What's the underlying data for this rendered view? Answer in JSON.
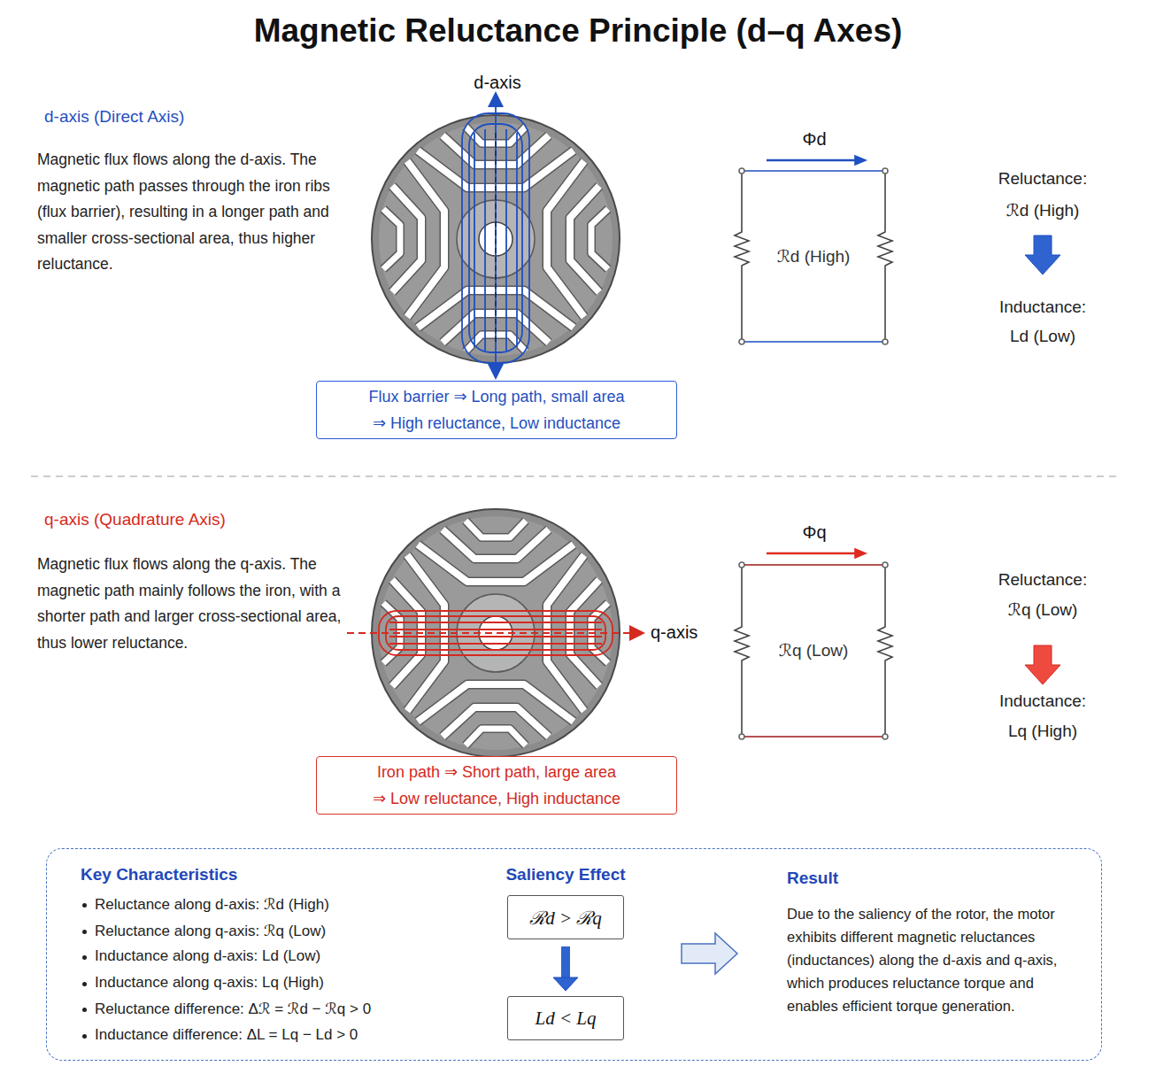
{
  "diagram": {
    "title": "Magnetic Reluctance Principle (d–q Axes)",
    "nodes": [
      {
        "text": [
          "Flux barrier ⇒ Long path, small area",
          "⇒ High reluctance, Low inductance"
        ]
      },
      {
        "text": [
          "ℛd (High)"
        ]
      },
      {
        "text": [
          "Iron path ⇒ Short path, large area",
          "⇒ Low reluctance, High inductance"
        ]
      },
      {
        "text": [
          "ℛq (Low)"
        ]
      },
      {
        "text": [
          "Key Characteristics",
          "Reluctance along d-axis: ℛd (High)",
          "Reluctance along q-axis: ℛq (Low)",
          "Inductance along d-axis: Ld (Low)",
          "Inductance along q-axis: Lq (High)",
          "Reluctance difference: Δℛ = ℛd − ℛq > 0",
          "Inductance difference: ΔL = Lq − Ld > 0",
          "Saliency Effect",
          "Result",
          "Due to the saliency of the rotor, the motor exhibits different magnetic reluctances (inductances) along the d-axis and q-axis, which produces reluctance torque and enables efficient torque generation."
        ]
      },
      {
        "text": [
          "ℛd > ℛq"
        ],
        "in": 4
      },
      {
        "text": [
          "Ld < Lq"
        ],
        "in": 4
      }
    ],
    "edges": [
      {
        "from": 5,
        "to": 6,
        "arrow": "to"
      }
    ],
    "labels": [
      "d-axis",
      "d-axis (Direct Axis)",
      "Magnetic flux flows along the d-axis. The magnetic path passes through the iron ribs (flux barrier), resulting in a longer path and smaller cross-sectional area, thus higher reluctance.",
      "Φd",
      "Reluctance:",
      "ℛd (High)",
      "Inductance:",
      "Ld (Low)",
      "q-axis (Quadrature Axis)",
      "Magnetic flux flows along the q-axis. The magnetic path mainly follows the iron, with a shorter path and larger cross-sectional area, thus lower reluctance.",
      "q-axis",
      "Φq",
      "Reluctance:",
      "ℛq (Low)",
      "Inductance:",
      "Lq (High)"
    ]
  }
}
